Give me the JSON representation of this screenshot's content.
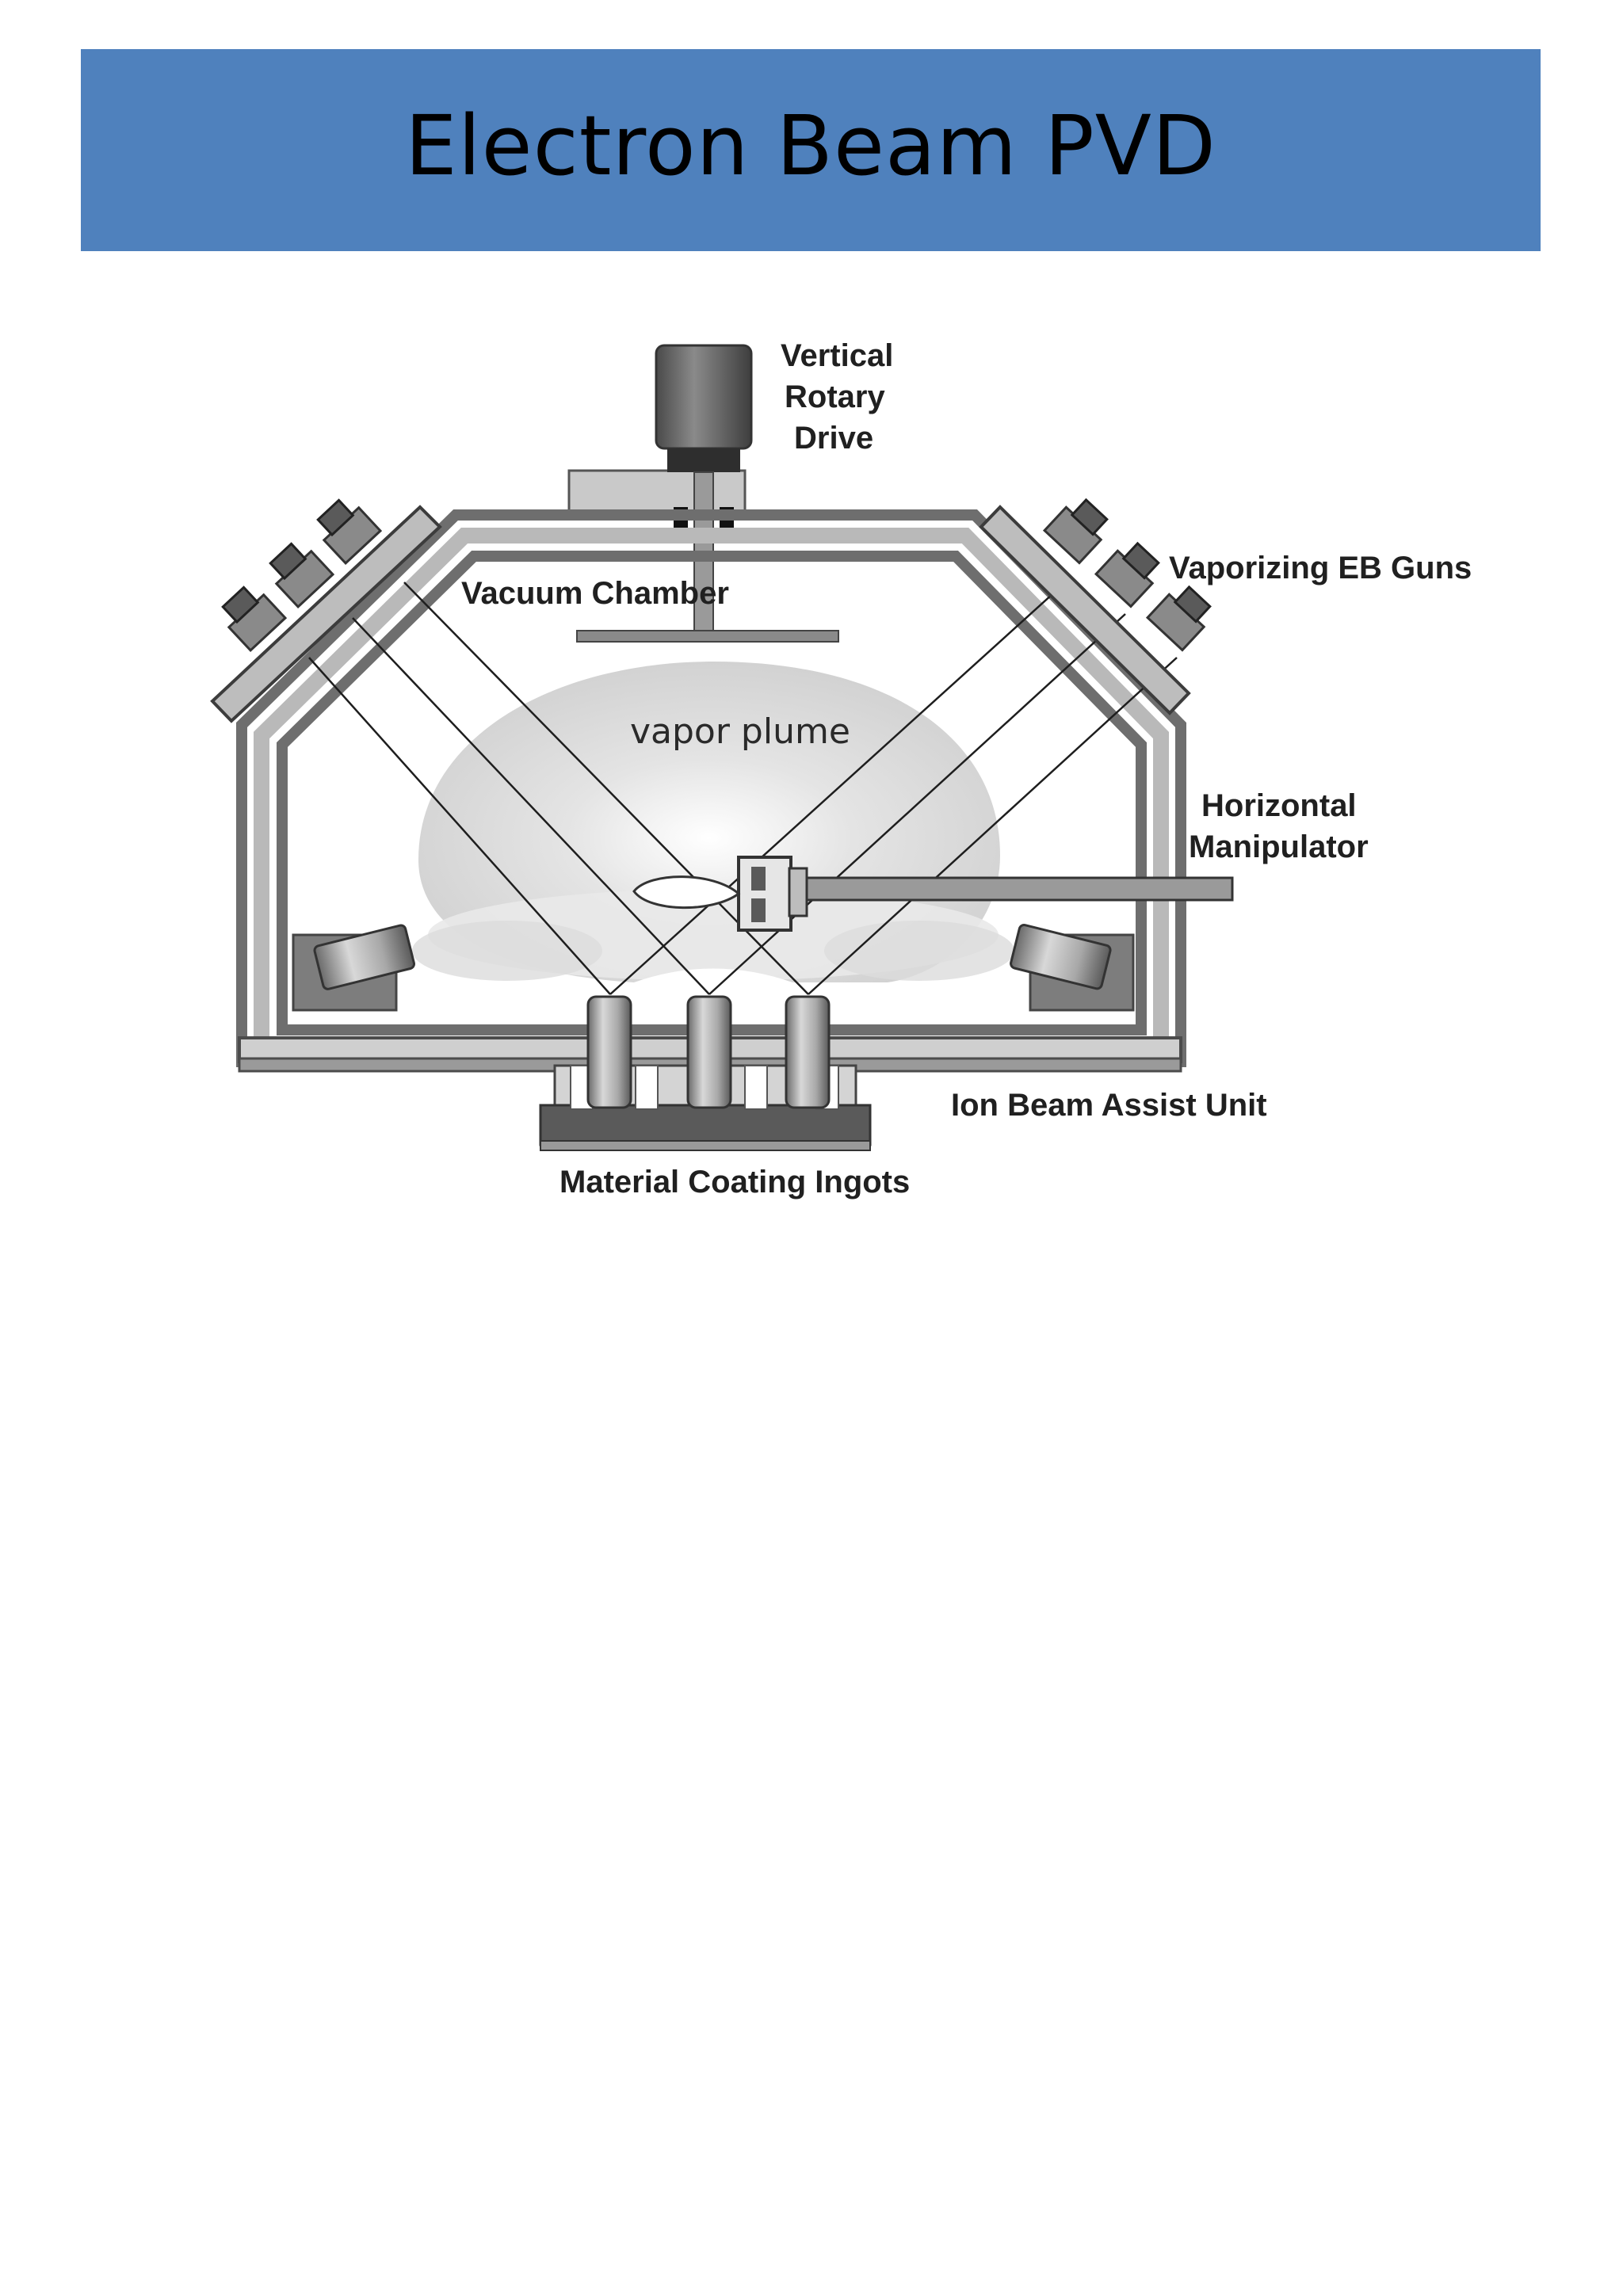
{
  "title": "Electron Beam PVD",
  "colors": {
    "banner": "#4f81bd",
    "chamber_wall": "#7a7a7a",
    "dark_metal": "#5e5e5e",
    "light_metal": "#c8c8c8",
    "plume": "#d6d6d6"
  },
  "diagram": {
    "labels": {
      "vertical_rotary_drive": [
        "Vertical",
        "Rotary",
        "Drive"
      ],
      "vacuum_chamber": "Vacuum Chamber",
      "vaporizing_eb_guns": "Vaporizing EB Guns",
      "vapor_plume": "vapor plume",
      "horizontal_manipulator": [
        "Horizontal",
        "Manipulator"
      ],
      "ion_beam_assist_unit": "Ion Beam Assist Unit",
      "material_coating_ingots": "Material Coating Ingots"
    }
  }
}
